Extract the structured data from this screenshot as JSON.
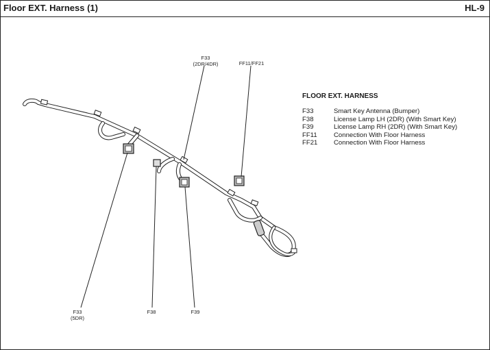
{
  "header": {
    "title": "Floor EXT. Harness (1)",
    "page_code": "HL-9"
  },
  "callouts": [
    {
      "id": "f33-top",
      "line1": "F33",
      "line2": "(2DR/4DR)"
    },
    {
      "id": "ff11-ff21",
      "line1": "FF11/FF21",
      "line2": ""
    },
    {
      "id": "f33-bottom",
      "line1": "F33",
      "line2": "(5DR)"
    },
    {
      "id": "f38",
      "line1": "F38",
      "line2": ""
    },
    {
      "id": "f39",
      "line1": "F39",
      "line2": ""
    }
  ],
  "legend": {
    "title": "FLOOR EXT. HARNESS",
    "items": [
      {
        "code": "F33",
        "desc": "Smart Key Antenna (Bumper)"
      },
      {
        "code": "F38",
        "desc": "License Lamp LH (2DR) (With Smart Key)"
      },
      {
        "code": "F39",
        "desc": "License Lamp RH (2DR) (With Smart Key)"
      },
      {
        "code": "FF11",
        "desc": "Connection With Floor Harness"
      },
      {
        "code": "FF21",
        "desc": "Connection With Floor Harness"
      }
    ]
  }
}
